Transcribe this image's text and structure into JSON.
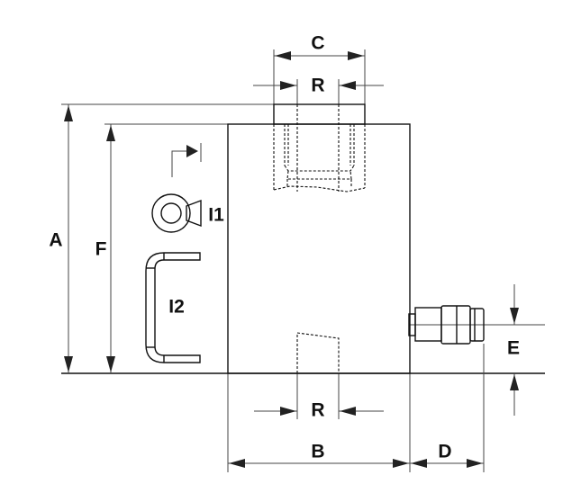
{
  "diagram": {
    "type": "hydraulic cylinder dimension drawing",
    "labels": {
      "A": "A",
      "F": "F",
      "C": "C",
      "R_top": "R",
      "R_bottom": "R",
      "B": "B",
      "D": "D",
      "E": "E",
      "I1": "I1",
      "I2": "I2"
    },
    "colors": {
      "line": "#111111",
      "background": "#ffffff"
    }
  }
}
